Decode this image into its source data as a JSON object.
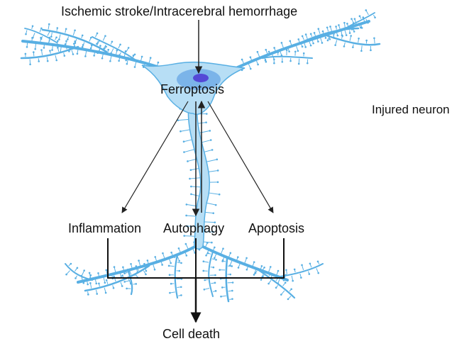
{
  "title": "Ischemic stroke/Intracerebral  hemorrhage",
  "neuron_label": "Injured neuron",
  "nucleus_label": "Ferroptosis",
  "pathways": [
    "Inflammation",
    "Autophagy",
    "Apoptosis"
  ],
  "outcome": "Cell death",
  "colors": {
    "neuron_fill": "#b7def5",
    "neuron_stroke": "#58afe3",
    "nucleus": "#7bb4e9",
    "nucleolus": "#5449d6",
    "arrow": "#222222"
  }
}
